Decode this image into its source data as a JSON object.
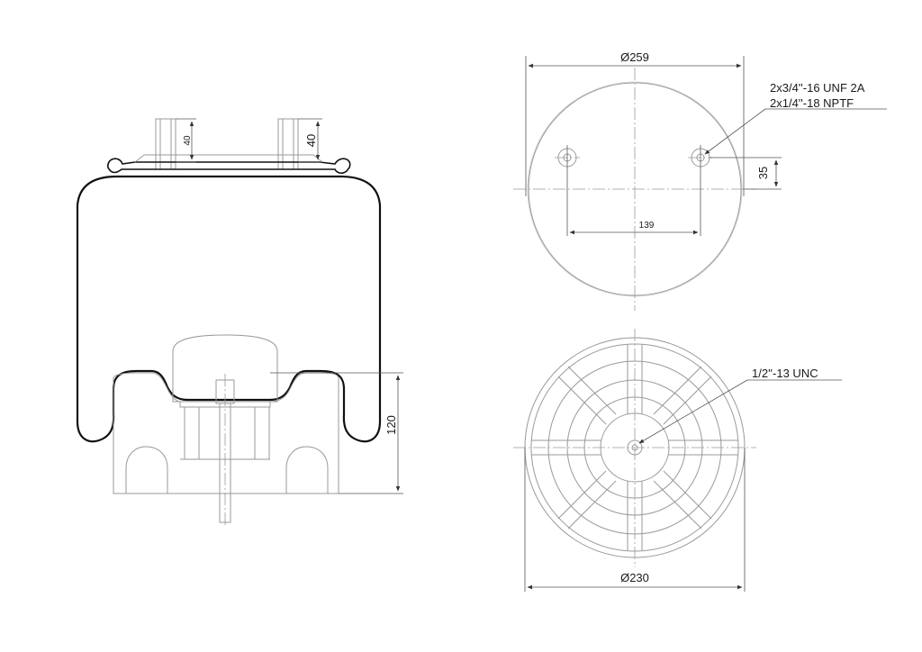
{
  "dimensions": {
    "stud_height_left": "40",
    "stud_height_right": "40",
    "base_height": "120",
    "top_plate_diameter": "Ø259",
    "bottom_diameter": "Ø230",
    "stud_spacing": "139",
    "stud_offset": "35"
  },
  "callouts": {
    "stud_thread_line1": "2x3/4''-16 UNF 2A",
    "stud_thread_line2": "2x1/4''-18 NPTF",
    "bottom_thread": "1/2''-13 UNC"
  },
  "colors": {
    "outline": "#111111",
    "hidden_lines": "#9a9a9a",
    "dimension_lines": "#555555"
  }
}
